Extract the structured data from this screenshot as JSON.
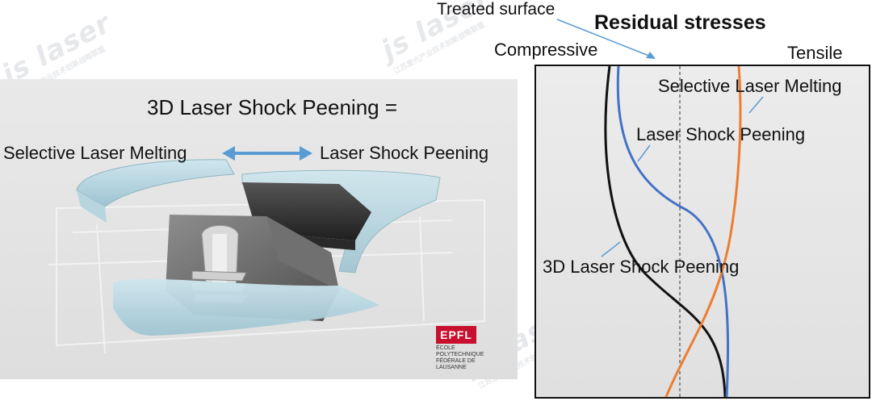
{
  "left": {
    "title": "3D Laser Shock Peening =",
    "slm": "Selective Laser Melting",
    "lsp": "Laser Shock Peening",
    "logo_text": "EPFL",
    "logo_sub1": "ÉCOLE POLYTECHNIQUE",
    "logo_sub2": "FÉDÉRALE DE LAUSANNE"
  },
  "right": {
    "title": "Residual stresses",
    "treated_surface": "Treated surface",
    "compressive": "Compressive",
    "tensile": "Tensile",
    "curve_slm": "Selective Laser Melting",
    "curve_lsp": "Laser Shock Peening",
    "curve_3dlsp": "3D Laser Shock Peening"
  },
  "watermark": {
    "brand": "js laser",
    "sub": "江苏激光产业技术创新战略联盟"
  },
  "colors": {
    "arrow_blue": "#5b9bd5",
    "curve_black": "#111111",
    "curve_blue": "#4472c4",
    "curve_orange": "#ed7d31",
    "logo_red": "#c8102e"
  }
}
